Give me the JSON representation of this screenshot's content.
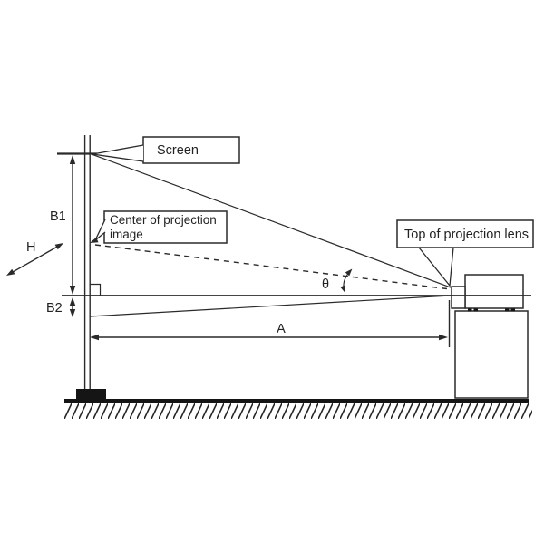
{
  "diagram": {
    "title": "projection-distance-diagram",
    "callouts": {
      "screen": "Screen",
      "center_line1": "Center of projection",
      "center_line2": "image",
      "top_lens": "Top of projection lens"
    },
    "dimensions": {
      "b1": "B1",
      "b2": "B2",
      "h": "H",
      "a": "A",
      "theta": "θ"
    },
    "colors": {
      "line": "#2a2a2a",
      "solid_fill": "#151515",
      "background": "#ffffff",
      "text": "#222222"
    }
  }
}
